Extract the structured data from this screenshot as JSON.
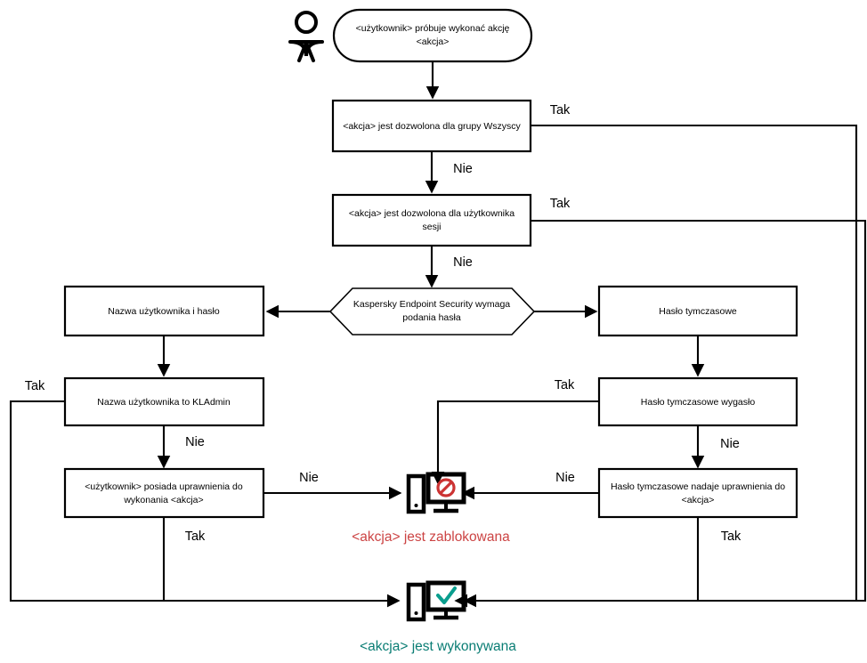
{
  "diagram": {
    "title": "Kaspersky Endpoint Security password protection decision flow",
    "colors": {
      "line": "#000000",
      "blocked": "#cc4444",
      "allowed": "#0a7d74",
      "node_fill": "#ffffff"
    },
    "actor": {
      "name": "user-actor-icon",
      "label": "actor"
    },
    "nodes": {
      "start": "<użytkownik> próbuje wykonać akcję <akcja>",
      "start_line1": "<użytkownik> próbuje wykonać akcję",
      "start_line2": "<akcja>",
      "allowed_group": "<akcja> jest dozwolona dla grupy Wszyscy",
      "allowed_session_line1": "<akcja> jest dozwolona dla użytkownika",
      "allowed_session_line2": "sesji",
      "requires_password_line1": "Kaspersky Endpoint Security wymaga",
      "requires_password_line2": "podania hasła",
      "username_password": "Nazwa użytkownika i hasło",
      "temp_password": "Hasło tymczasowe",
      "username_kladmin": "Nazwa użytkownika to KLAdmin",
      "temp_password_expired": "Hasło tymczasowe wygasło",
      "user_has_rights_line1": "<użytkownik> posiada uprawnienia do",
      "user_has_rights_line2": "wykonania <akcja>",
      "temp_grants_rights_line1": "Hasło tymczasowe nadaje uprawnienia do",
      "temp_grants_rights_line2": "<akcja>"
    },
    "captions": {
      "blocked": "<akcja> jest zablokowana",
      "allowed": "<akcja> jest wykonywana"
    },
    "edge_labels": {
      "yes": "Tak",
      "no": "Nie",
      "group_yes": "Tak",
      "group_no": "Nie",
      "session_yes": "Tak",
      "session_no": "Nie",
      "kladmin_yes": "Tak",
      "kladmin_no": "Nie",
      "rights_no": "Nie",
      "rights_yes": "Tak",
      "expired_yes": "Tak",
      "expired_no": "Nie",
      "grants_no": "Nie",
      "grants_yes": "Tak"
    },
    "icons": {
      "blocked": "computer-blocked-icon",
      "allowed": "computer-allowed-icon",
      "actor": "person-icon"
    }
  }
}
